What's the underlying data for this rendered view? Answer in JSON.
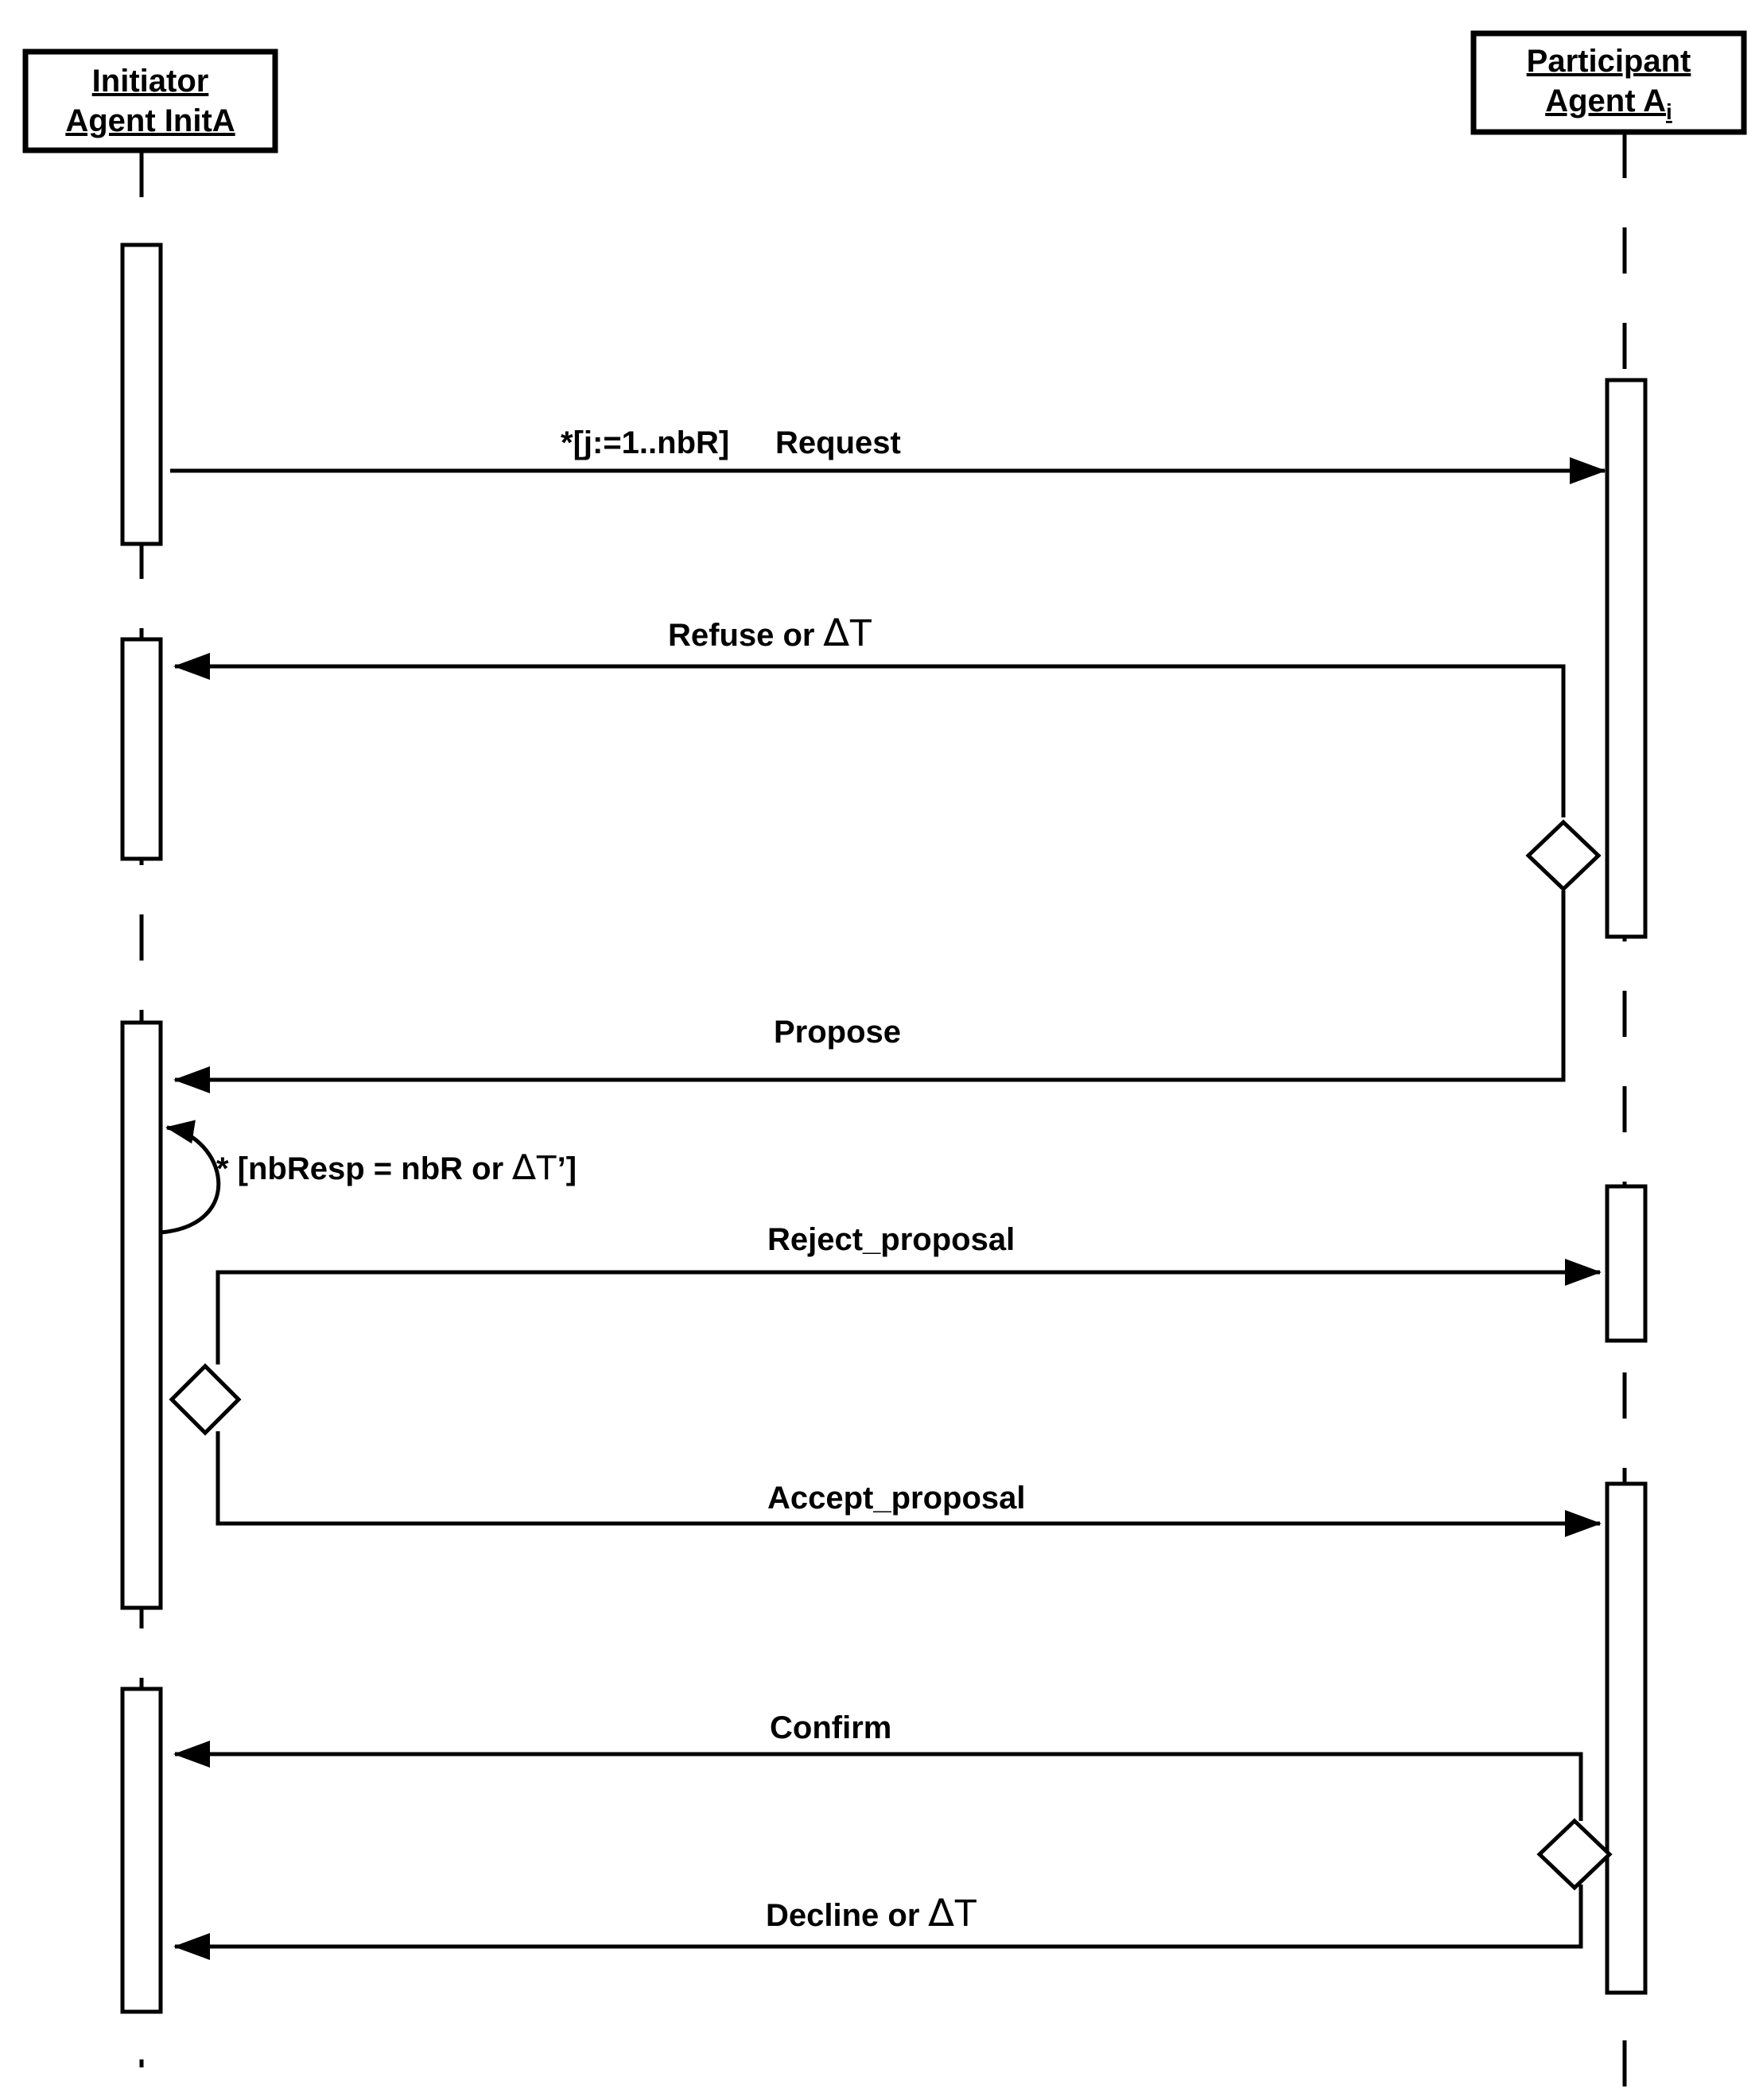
{
  "lifelines": {
    "initiator": {
      "line1": "Initiator",
      "line2": "Agent InitA"
    },
    "participant": {
      "line1": "Participant",
      "line2_main": "Agent A",
      "line2_sub": "i"
    }
  },
  "messages": {
    "request": {
      "guard": "*[j:=1..nbR]",
      "label": "Request"
    },
    "refuse": {
      "label": "Refuse or ",
      "delta": "∆",
      "t": "T"
    },
    "propose": {
      "label": "Propose"
    },
    "loop": {
      "prefix": "* [nbResp = nbR or ",
      "delta": "∆",
      "t": "T",
      "suffix": "’]"
    },
    "reject": {
      "label": "Reject_proposal"
    },
    "accept": {
      "label": "Accept_proposal"
    },
    "confirm": {
      "label": "Confirm"
    },
    "decline": {
      "label": "Decline or ",
      "delta": "∆",
      "t": "T"
    }
  },
  "colors": {
    "stroke": "#000000",
    "background": "#ffffff"
  }
}
